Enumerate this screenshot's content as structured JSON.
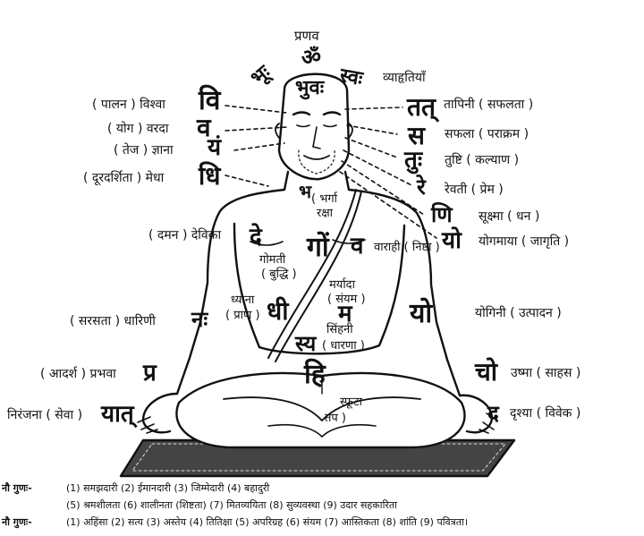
{
  "top": {
    "pranav": "प्रणव",
    "om": "ॐ"
  },
  "vyahritis": {
    "bhu": "भूः",
    "bhuvah": "भुवः",
    "svah": "स्वः",
    "label": "व्याहृतियाँ"
  },
  "left": [
    {
      "syllable": "वि",
      "label": "( पालन ) विश्वा"
    },
    {
      "syllable": "व",
      "label": "( योग ) वरदा"
    },
    {
      "syllable": "यं",
      "label": "( तेज ) ज्ञाना"
    },
    {
      "syllable": "धि",
      "label": "( दूरदर्शिता ) मेधा"
    },
    {
      "syllable": "दे",
      "label": "( दमन ) देविका"
    },
    {
      "syllable": "नः",
      "label": "( सरसता ) धारिणी"
    },
    {
      "syllable": "प्र",
      "label": "( आदर्श ) प्रभवा"
    },
    {
      "syllable": "यात्",
      "label": "निरंजना ( सेवा )"
    }
  ],
  "right": [
    {
      "syllable": "तत्",
      "label": "तापिनी ( सफलता )"
    },
    {
      "syllable": "स",
      "label": "सफला ( पराक्रम )"
    },
    {
      "syllable": "तुः",
      "label": "तुष्टि ( कल्याण )"
    },
    {
      "syllable": "रे",
      "label": "रेवती ( प्रेम )"
    },
    {
      "syllable": "णि",
      "label": "सूक्ष्मा ( धन )"
    },
    {
      "syllable": "यो",
      "label": "योगमाया ( जागृति )"
    },
    {
      "syllable": "यो",
      "label": "योगिनी ( उत्पादन )"
    },
    {
      "syllable": "चो",
      "label": "उष्मा ( साहस )"
    },
    {
      "syllable": "द",
      "label": "दृश्या ( विवेक )"
    }
  ],
  "body_points": {
    "bha": "भ",
    "bharga": "( भर्गा",
    "raksha": "रक्षा",
    "go": "गों",
    "gomati": "गोमती",
    "buddhi": "( बुद्धि )",
    "va": "व",
    "varahi": "वाराही ( निष्ठा )",
    "dhi": "धी",
    "dhyana": "ध्याना",
    "prana": "( प्राण )",
    "ma": "म",
    "maryada": "मर्यादा",
    "sanyam": "( संयम )",
    "sya": "स्य",
    "sinhani": "सिंहनी",
    "dharana": "( धारणा )",
    "hi": "हि",
    "sphuta": "स्फूटा",
    "tap": "तप )"
  },
  "footer": {
    "row1_label": "नौ गुणः-",
    "row1_line1": "(1) समझदारी  (2) ईमानदारी  (3) जिम्मेदारी  (4) बहादुरी",
    "row1_line2": "(5) श्रमशीलता (6) शालीनता (शिष्टता)  (7)  मितव्ययिता          (8) सुव्यवस्था  (9) उदार सहकारिता",
    "row2_label": "नौ गुणः-",
    "row2_line1": "(1) अहिंसा (2) सत्य (3) अस्तेय (4) तितिक्षा (5) अपरिग्रह (6) संयम (7) आस्तिकता (8) शांति (9) पवित्रता।"
  }
}
